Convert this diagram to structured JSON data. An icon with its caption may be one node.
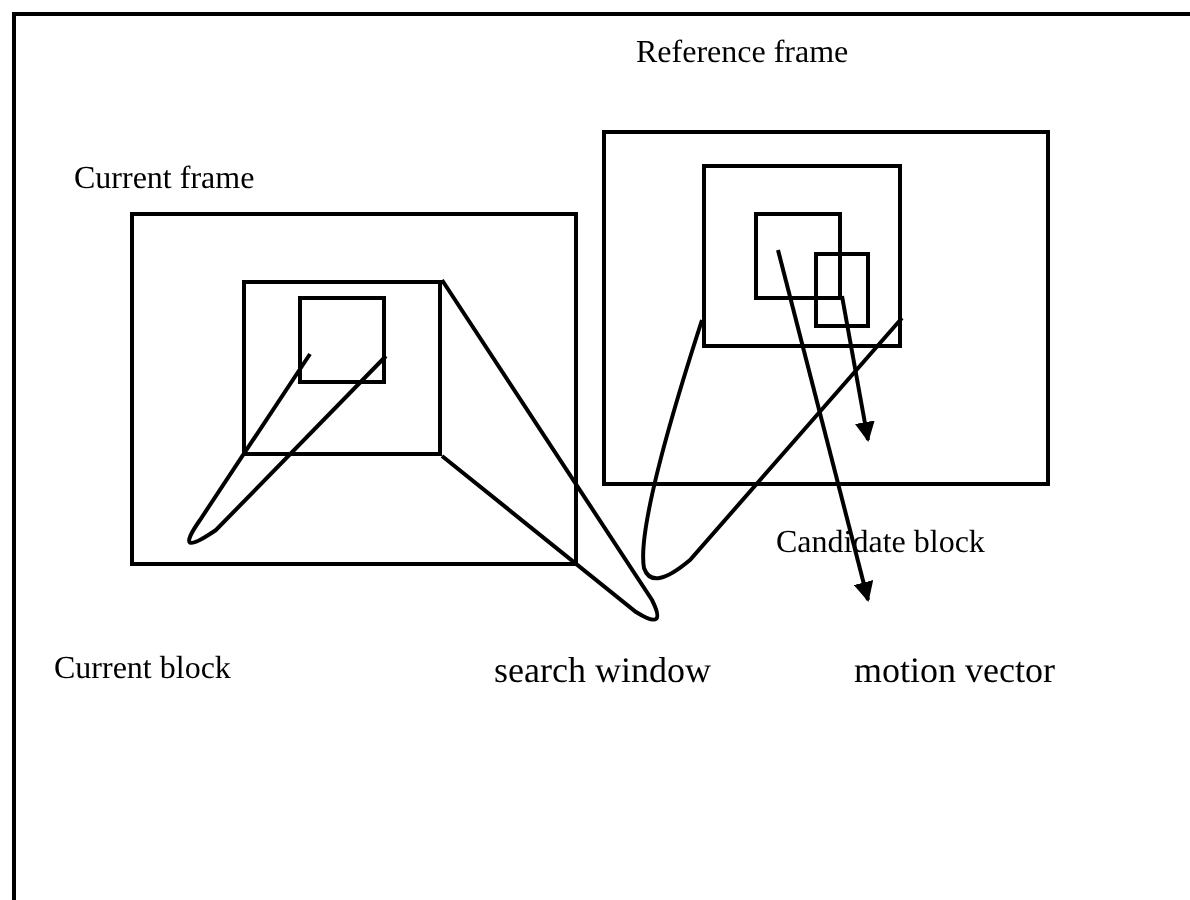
{
  "diagram": {
    "nodes": [
      {
        "text": [
          "Current frame"
        ]
      },
      {
        "text": [],
        "shape": "box",
        "in": 0
      },
      {
        "text": [],
        "shape": "box",
        "in": 1
      },
      {
        "text": [
          "Reference frame"
        ]
      },
      {
        "text": [],
        "shape": "box",
        "in": 3
      },
      {
        "text": [],
        "shape": "box",
        "in": 4
      },
      {
        "text": [],
        "shape": "box",
        "in": 4
      }
    ],
    "edges": [
      {
        "from": 2,
        "to": null,
        "arrow": "none"
      },
      {
        "from": 1,
        "to": null,
        "arrow": "none"
      },
      {
        "from": 4,
        "to": null,
        "arrow": "none"
      },
      {
        "from": 5,
        "to": null,
        "arrow": "to"
      },
      {
        "from": 6,
        "to": null,
        "arrow": "to"
      }
    ],
    "labels": [
      "Candidate block",
      "Current block",
      "search window",
      "motion vector"
    ]
  }
}
